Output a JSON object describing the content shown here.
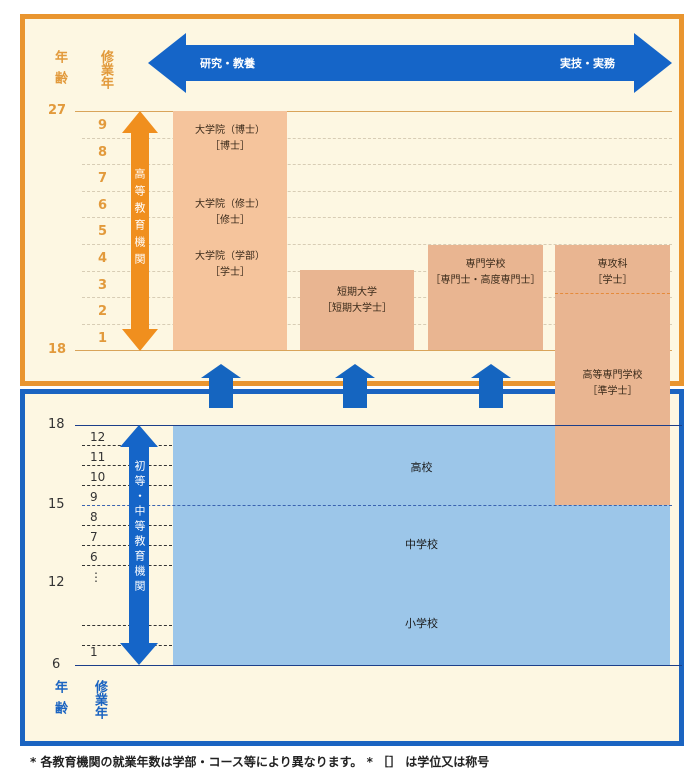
{
  "upper": {
    "age_label": "年齢",
    "years_label": "修業年",
    "arrow_left": "研究・教養",
    "arrow_right": "実技・実務",
    "ages": [
      "27",
      "18"
    ],
    "years": [
      "9",
      "8",
      "7",
      "6",
      "5",
      "4",
      "3",
      "2",
      "1"
    ],
    "category": "高等教育機関",
    "boxes": [
      {
        "name": "大学院（博士）",
        "degree": "［博士］"
      },
      {
        "name": "大学院（修士）",
        "degree": "［修士］"
      },
      {
        "name": "大学院（学部）",
        "degree": "［学士］"
      },
      {
        "name": "短期大学",
        "degree": "［短期大学士］"
      },
      {
        "name": "専門学校",
        "degree": "［専門士・高度専門士］"
      },
      {
        "name": "専攻科",
        "degree": "［学士］"
      },
      {
        "name": "高等専門学校",
        "degree": "［準学士］"
      }
    ]
  },
  "lower": {
    "ages": [
      "18",
      "15",
      "12",
      "6"
    ],
    "years": [
      "12",
      "11",
      "10",
      "9",
      "8",
      "7",
      "6",
      "⋮",
      "1"
    ],
    "category": "初等・中等教育機関",
    "schools": [
      "高校",
      "中学校",
      "小学校"
    ],
    "age_label": "年齢",
    "years_label": "修業年"
  },
  "footnote": "* 各教育機関の就業年数は学部・コース等により異なります。 * ［］ は学位又は称号",
  "colors": {
    "orange": "#e9952f",
    "blue": "#1b64c1",
    "light_blue": "#9cc6e9",
    "peach": "#f5c49c",
    "cream": "#fdf7e2"
  }
}
